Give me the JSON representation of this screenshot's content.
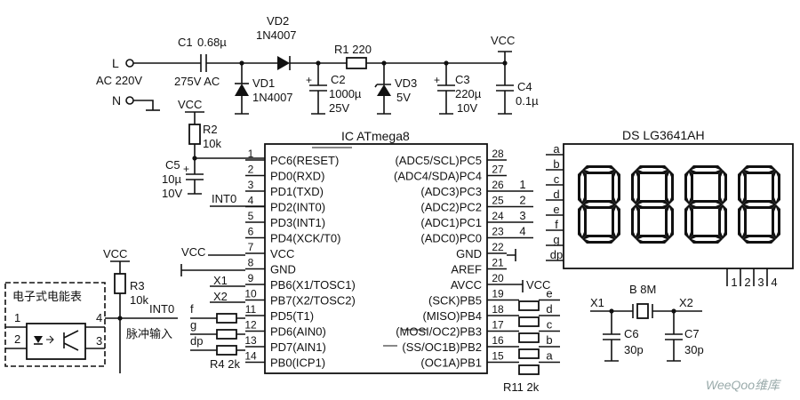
{
  "power": {
    "l_label": "L",
    "n_label": "N",
    "ac_label": "AC 220V",
    "c1_name": "C1",
    "c1_value": "0.68µ",
    "c1_rating": "275V AC",
    "vd2_name": "VD2",
    "vd2_part": "1N4007",
    "vd1_name": "VD1",
    "vd1_part": "1N4007",
    "r1_label": "R1 220",
    "c2_name": "C2",
    "c2_value": "1000µ",
    "c2_rating": "25V",
    "vd3_name": "VD3",
    "vd3_value": "5V",
    "c3_name": "C3",
    "c3_value": "220µ",
    "c3_rating": "10V",
    "c4_name": "C4",
    "c4_value": "0.1µ",
    "vcc": "VCC"
  },
  "reset": {
    "vcc": "VCC",
    "r2_name": "R2",
    "r2_value": "10k",
    "c5_name": "C5",
    "c5_value": "10µ",
    "c5_rating": "10V",
    "int0": "INT0"
  },
  "ic": {
    "title": "IC ATmega8",
    "left_pins": [
      {
        "num": "1",
        "label": "PC6(RESET)"
      },
      {
        "num": "2",
        "label": "PD0(RXD)"
      },
      {
        "num": "3",
        "label": "PD1(TXD)"
      },
      {
        "num": "4",
        "label": "PD2(INT0)"
      },
      {
        "num": "5",
        "label": "PD3(INT1)"
      },
      {
        "num": "6",
        "label": "PD4(XCK/T0)"
      },
      {
        "num": "7",
        "label": "VCC"
      },
      {
        "num": "8",
        "label": "GND"
      },
      {
        "num": "9",
        "label": "PB6(X1/TOSC1)"
      },
      {
        "num": "10",
        "label": "PB7(X2/TOSC2)"
      },
      {
        "num": "11",
        "label": "PD5(T1)"
      },
      {
        "num": "12",
        "label": "PD6(AIN0)"
      },
      {
        "num": "13",
        "label": "PD7(AIN1)"
      },
      {
        "num": "14",
        "label": "PB0(ICP1)"
      }
    ],
    "right_pins": [
      {
        "num": "28",
        "label": "(ADC5/SCL)PC5",
        "net": ""
      },
      {
        "num": "27",
        "label": "(ADC4/SDA)PC4",
        "net": ""
      },
      {
        "num": "26",
        "label": "(ADC3)PC3",
        "net": "1"
      },
      {
        "num": "25",
        "label": "(ADC2)PC2",
        "net": "2"
      },
      {
        "num": "24",
        "label": "(ADC1)PC1",
        "net": "3"
      },
      {
        "num": "23",
        "label": "(ADC0)PC0",
        "net": "4"
      },
      {
        "num": "22",
        "label": "GND",
        "net": ""
      },
      {
        "num": "21",
        "label": "AREF",
        "net": ""
      },
      {
        "num": "20",
        "label": "AVCC",
        "net": "VCC"
      },
      {
        "num": "19",
        "label": "(SCK)PB5",
        "net": "e"
      },
      {
        "num": "18",
        "label": "(MISO)PB4",
        "net": "d"
      },
      {
        "num": "17",
        "label": "(MOSI/OC2)PB3",
        "net": "c"
      },
      {
        "num": "16",
        "label": "(SS/OC1B)PB2",
        "net": "b"
      },
      {
        "num": "15",
        "label": "(OC1A)PB1",
        "net": "a"
      }
    ],
    "vcc_left": "VCC",
    "x1": "X1",
    "x2": "X2",
    "r4_label": "R4 2k",
    "r11_label": "R11 2k",
    "left_nets": [
      "f",
      "g",
      "dp"
    ]
  },
  "meter": {
    "vcc": "VCC",
    "r3_name": "R3",
    "r3_value": "10k",
    "box_title": "电子式电能表",
    "pin1": "1",
    "pin2": "2",
    "pin3": "3",
    "pin4": "4",
    "int0": "INT0",
    "pulse_label": "脉冲输入"
  },
  "display": {
    "title": "DS LG3641AH",
    "seg_pins": [
      "a",
      "b",
      "c",
      "d",
      "e",
      "f",
      "g",
      "dp"
    ],
    "digit_pins": [
      "1",
      "2",
      "3",
      "4"
    ],
    "digits": "8888"
  },
  "crystal": {
    "x1": "X1",
    "x2": "X2",
    "label": "B 8M",
    "c6_name": "C6",
    "c6_value": "30p",
    "c7_name": "C7",
    "c7_value": "30p"
  },
  "watermark": "WeeQoo维库"
}
